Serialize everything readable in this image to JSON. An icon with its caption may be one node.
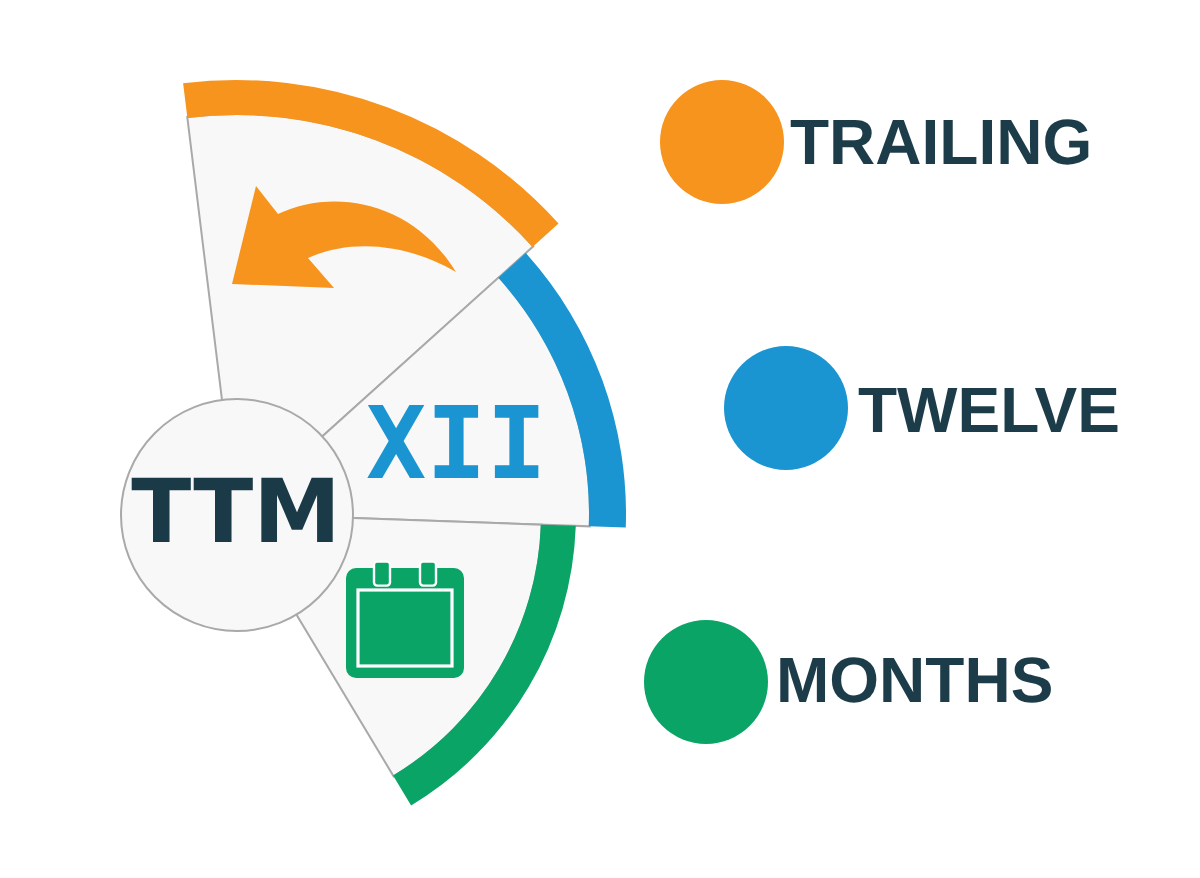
{
  "diagram": {
    "nodes": [
      {
        "text": [
          "TTM"
        ]
      },
      {
        "text": [],
        "shape": "sector"
      },
      {
        "text": [
          "XII"
        ]
      },
      {
        "text": [],
        "shape": "sector"
      }
    ],
    "legend": [
      {
        "text": "TRAILING",
        "color": "#f7941d"
      },
      {
        "text": "TWELVE",
        "color": "#1b95d2"
      },
      {
        "text": "MONTHS",
        "color": "#0aa466"
      }
    ]
  }
}
